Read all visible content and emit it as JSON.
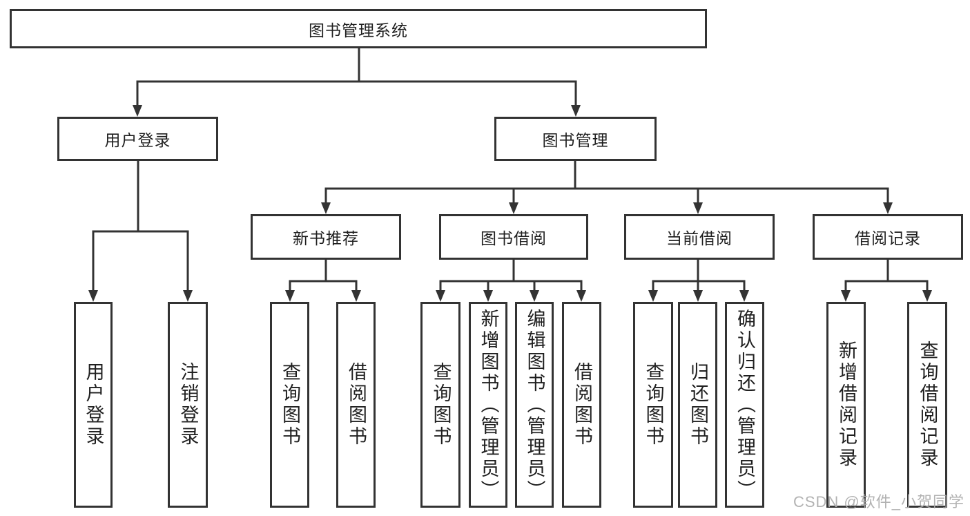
{
  "tree": {
    "root": {
      "label": "图书管理系统"
    },
    "user_login": {
      "label": "用户登录",
      "children": [
        {
          "label": "用户登录"
        },
        {
          "label": "注销登录"
        }
      ]
    },
    "book_mgmt": {
      "label": "图书管理",
      "sections": [
        {
          "label": "新书推荐",
          "children": [
            {
              "label": "查询图书"
            },
            {
              "label": "借阅图书"
            }
          ]
        },
        {
          "label": "图书借阅",
          "children": [
            {
              "label": "查询图书"
            },
            {
              "label": "新增图书（管理员）"
            },
            {
              "label": "编辑图书（管理员）"
            },
            {
              "label": "借阅图书"
            }
          ]
        },
        {
          "label": "当前借阅",
          "children": [
            {
              "label": "查询图书"
            },
            {
              "label": "归还图书"
            },
            {
              "label": "确认归还（管理员）"
            }
          ]
        },
        {
          "label": "借阅记录",
          "children": [
            {
              "label": "新增借阅记录"
            },
            {
              "label": "查询借阅记录"
            }
          ]
        }
      ]
    }
  },
  "watermark": {
    "text": "CSDN @软件_小贺同学"
  },
  "colors": {
    "line": "#333333",
    "box_border": "#333333",
    "box_background": "#ffffff",
    "text": "#1f1f1f",
    "watermark": "#ababab"
  }
}
